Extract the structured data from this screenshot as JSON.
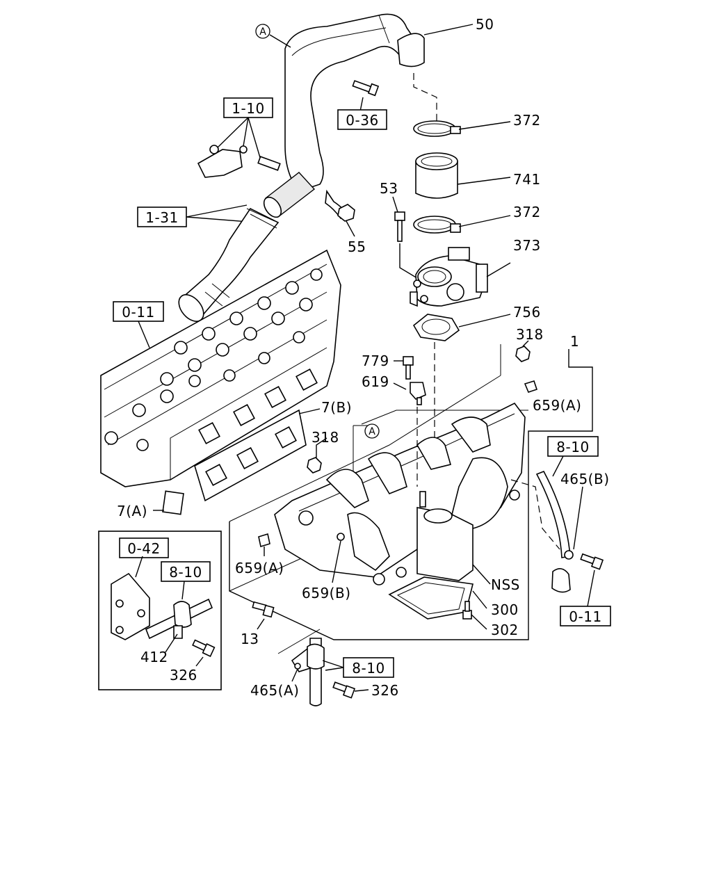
{
  "callouts": {
    "c50": "50",
    "c372a": "372",
    "c741": "741",
    "c53": "53",
    "c372b": "372",
    "c373": "373",
    "c756": "756",
    "c318a": "318",
    "c1": "1",
    "c779": "779",
    "c619": "619",
    "c659a_right": "659(A)",
    "c7b": "7(B)",
    "c318b": "318",
    "c465b": "465(B)",
    "c7a": "7(A)",
    "c659a_left": "659(A)",
    "c659b": "659(B)",
    "cnss": "NSS",
    "c300": "300",
    "c302": "302",
    "c13": "13",
    "c412": "412",
    "c326a": "326",
    "c465a": "465(A)",
    "c326b": "326",
    "c55": "55"
  },
  "refs": {
    "r110": "1-10",
    "r036": "0-36",
    "r131": "1-31",
    "r011_top": "0-11",
    "r810_right": "8-10",
    "r011_right": "0-11",
    "r042": "0-42",
    "r810_inset": "8-10",
    "r810_bottom": "8-10"
  },
  "markers": {
    "mark_a_top": "A",
    "mark_a_mid": "A"
  }
}
